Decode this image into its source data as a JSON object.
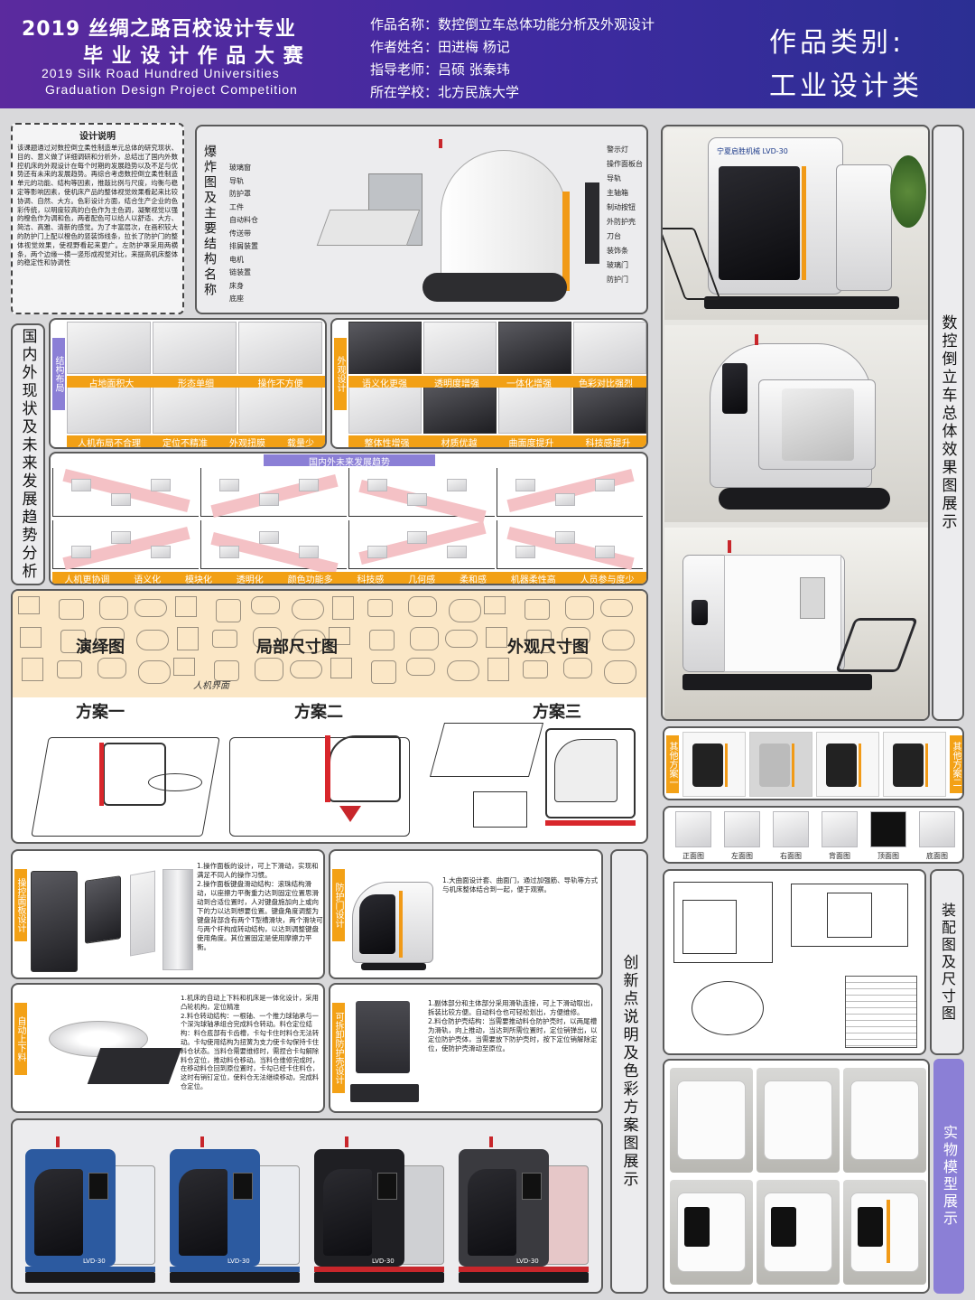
{
  "header": {
    "title_year": "2019",
    "title_cn_1": "丝绸之路百校设计专业",
    "title_cn_2": "毕 业 设 计 作 品 大 赛",
    "title_en_1": "2019  Silk  Road  Hundred  Universities",
    "title_en_2": "Graduation Design Project Competition",
    "work_name": "作品名称：数控倒立车总体功能分析及外观设计",
    "author": "作者姓名：田进梅    杨记",
    "advisor": "指导老师：吕硕    张秦玮",
    "school": "所在学校：北方民族大学",
    "category_label": "作品类别:",
    "category_value": "工业设计类"
  },
  "design_note": {
    "title": "设计说明",
    "body": "该课题通过对数控倒立柔性制造单元总体的研究现状、目的、意义做了详细调研和分析外，总结出了国内外数控机床的外观设计在每个时期的发展趋势以及不足与优势还有未来的发展趋势。再综合考虑数控倒立柔性制造单元的功能、结构等因素，推敲比例与尺度，均衡与稳定等影响因素，使机床产品的整体视觉效果看起来比较协调、自然、大方。色彩设计方面，结合生产企业的色彩传统，以明度较高的白色作为主色调，凝聚视觉以强的橙色作为调和色，两者配色可以给人以舒适、大方、简洁、高雅、清新的感觉。为了丰富层次，在画积较大的防护门上配以橙色的竖装饰线条，拉长了防护门的整体视觉效果，使视野看起来更广。左防护罩采用两横条，两个边缘一横一竖形成视觉对比，来提高机床整体的稳定性和协调性"
  },
  "explosion": {
    "vertical_title": "爆炸图及主要结构名称",
    "left_labels": [
      "玻璃窗",
      "导轨",
      "防护罩",
      "工件",
      "自动料仓",
      "传送带",
      "排屑装置",
      "电机",
      "链装置",
      "床身",
      "底座"
    ],
    "right_labels": [
      "警示灯",
      "操作面板台",
      "导轨",
      "主轴箱",
      "制动按钮",
      "外防护壳",
      "刀台",
      "装饰条",
      "玻璃门",
      "防护门"
    ]
  },
  "analysis": {
    "vertical_title": "国内外现状及未来发展趋势分析",
    "struct_label": "结构布局",
    "look_label": "外观设计",
    "struct_row1": [
      "占地面积大",
      "形态单细",
      "操作不方便"
    ],
    "struct_row2": [
      "人机布局不合理",
      "定位不精准",
      "外观扭膜",
      "载量少"
    ],
    "look_row1": [
      "语义化更强",
      "透明度增强",
      "一体化增强",
      "色彩对比强烈"
    ],
    "look_row2": [
      "整体性增强",
      "材质优越",
      "曲面度提升",
      "科技感提升"
    ],
    "trend_title": "国内外未来发展趋势",
    "trend_tags": [
      "人机更协调",
      "语义化",
      "模块化",
      "透明化",
      "颜色功能多",
      "科技感",
      "几何感",
      "柔和感",
      "机器柔性高",
      "人员参与度少"
    ]
  },
  "sketch": {
    "labels": [
      "演绎图",
      "局部尺寸图",
      "外观尺寸图"
    ],
    "schemes": [
      "方案一",
      "方案二",
      "方案三"
    ],
    "hand_note": "人机界面"
  },
  "innovation": {
    "vertical_title": "创新点说明及色彩方案图展示",
    "op_panel_label": "操控面板设计",
    "op_panel_text": "1.操作面板的设计，可上下滑动，实现和满足不同人的操作习惯。\n2.操作面板键盘滑动结构：滚珠结构滑动，以座擦力平衡重力达到固定位置思滑动到合适位置时，人对键盘施加向上或向下的力以达到想要位置。键盘角度调整为键盘背部含有两个T型槽滑块，两个滑块可与两个杆构成转动结构，以达到调整键盘使用角度。其位置固定是使用摩擦力平衡。",
    "door_label": "防护门设计",
    "door_text": "1.大曲面设计套、曲面门，通过加强筋、导轨等方式与机床整体结合到一起，便于观察。",
    "feed_label": "自动上下料",
    "feed_text": "1.机床的自动上下料和机床是一体化设计，采用凸轮机构，定位精准\n2.料仓转动结构：一根轴、一个推力球轴承与一个深沟球轴承组合完成料仓转动。料仓定位结构：料仓底部有卡齿槽，卡勾卡住时料仓无法转动。卡勾使用结构为扭簧为支力使卡勾保持卡住料仓状态。当料仓需要维修时，需捏合卡勾解除料仓定位，推动料仓移动。当料仓维修完成时，在移动料仓回到原位置时，卡勾已经卡住料仓，这时有销钉定位，使料仓无法继续移动，完成料仓定位。",
    "guard_label": "可拆卸防护壳设计",
    "guard_text": "1.副体部分和主体部分采用滑轨连接，可上下滑动取出，拆装比较方便。自动料仓也可轻松划出，方便维修。\n2.料仓防护壳结构：当需要推动料仓防护壳时，以两尾槽为滑轨，向上推动，当达到所需位置时，定位销弹出，以定位防护壳体，当需要放下防护壳时，按下定位销解除定位，使防护壳滑动至原位。",
    "color_models": [
      "LVD-30",
      "LVD-30",
      "LVD-30",
      "LVD-30"
    ]
  },
  "renders": {
    "vertical_title": "数控倒立车总体效果图展示",
    "brand": "宁夏启胜机械 LVD-30"
  },
  "other_schemes": {
    "label_left": "其他方案一",
    "label_right": "其他方案二"
  },
  "views": {
    "labels": [
      "正面图",
      "左面图",
      "右面图",
      "背面图",
      "顶面图",
      "底面图"
    ]
  },
  "assembly": {
    "vertical_title": "装配图及尺寸图"
  },
  "physical": {
    "vertical_title": "实物模型展示"
  },
  "colors": {
    "header_start": "#5b2a9e",
    "header_end": "#2b2f93",
    "accent_orange": "#f2a015",
    "accent_purple": "#8b7fd6",
    "scheme_blue": "#2c5aa0",
    "scheme_red": "#c8262b"
  }
}
